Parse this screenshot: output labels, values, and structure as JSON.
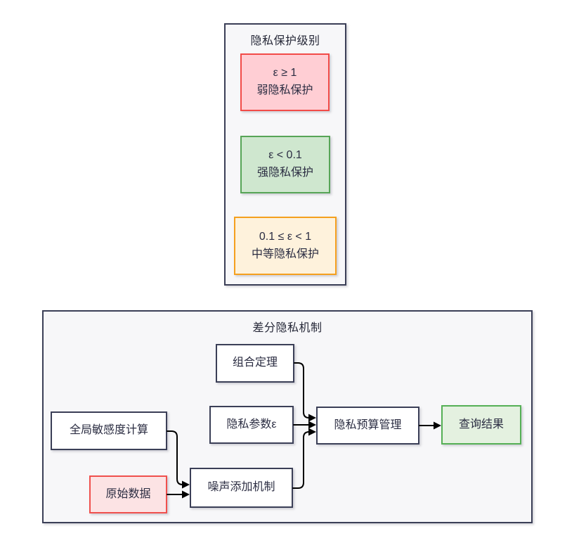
{
  "privacy_levels": {
    "title": "隐私保护级别",
    "levels": [
      {
        "condition": "ε ≥ 1",
        "label": "弱隐私保护",
        "severity": "weak",
        "fill": "#FFCED4",
        "border": "#F24B48"
      },
      {
        "condition": "ε < 0.1",
        "label": "强隐私保护",
        "severity": "strong",
        "fill": "#CFE7CF",
        "border": "#57A557"
      },
      {
        "condition": "0.1 ≤ ε < 1",
        "label": "中等隐私保护",
        "severity": "medium",
        "fill": "#FEF2DC",
        "border": "#F5A01E"
      }
    ]
  },
  "mechanism": {
    "title": "差分隐私机制",
    "nodes": [
      {
        "id": "composition",
        "label": "组合定理",
        "fill": "#FFFFFF",
        "border": "#3B3F57"
      },
      {
        "id": "sensitivity",
        "label": "全局敏感度计算",
        "fill": "#FFFFFF",
        "border": "#3B3F57"
      },
      {
        "id": "epsilon",
        "label": "隐私参数ε",
        "fill": "#FFFFFF",
        "border": "#3B3F57"
      },
      {
        "id": "budget",
        "label": "隐私预算管理",
        "fill": "#FFFFFF",
        "border": "#3B3F57"
      },
      {
        "id": "result",
        "label": "查询结果",
        "fill": "#E4F1E0",
        "border": "#55B055"
      },
      {
        "id": "rawdata",
        "label": "原始数据",
        "fill": "#FCE3E4",
        "border": "#F0504D"
      },
      {
        "id": "noise",
        "label": "噪声添加机制",
        "fill": "#FFFFFF",
        "border": "#3B3F57"
      }
    ],
    "edges": [
      {
        "from": "组合定理",
        "to": "隐私预算管理"
      },
      {
        "from": "隐私参数ε",
        "to": "隐私预算管理"
      },
      {
        "from": "噪声添加机制",
        "to": "隐私预算管理"
      },
      {
        "from": "全局敏感度计算",
        "to": "噪声添加机制"
      },
      {
        "from": "原始数据",
        "to": "噪声添加机制"
      },
      {
        "from": "隐私预算管理",
        "to": "查询结果"
      }
    ]
  },
  "colors": {
    "container_fill": "#F7F7F9",
    "container_border": "#3B3F57",
    "arrow": "#000000",
    "text": "#2B2D42"
  }
}
